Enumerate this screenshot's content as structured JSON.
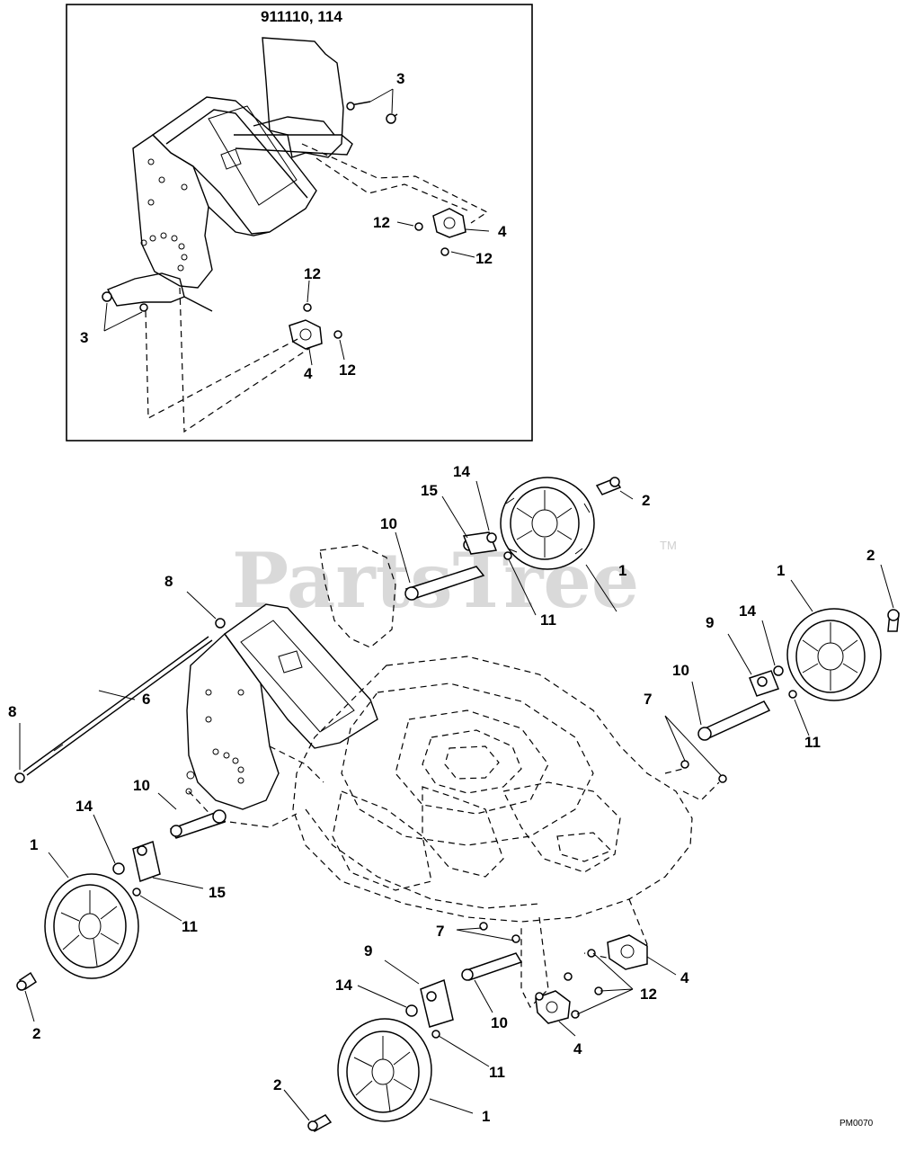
{
  "inset": {
    "title": "911110, 114",
    "labels": {
      "bolts_top": "3",
      "bolts_left": "3",
      "bracket_right": "4",
      "bracket_left": "4",
      "nut_a": "12",
      "nut_b": "12",
      "nut_c": "12",
      "nut_d": "12"
    }
  },
  "main": {
    "labels": {
      "wheel_top": "1",
      "wheel_right": "1",
      "wheel_left": "1",
      "wheel_bottom": "1",
      "screw_top": "2",
      "screw_right": "2",
      "screw_left": "2",
      "screw_bottom": "2",
      "rod": "6",
      "nut_upper": "8",
      "nut_lower": "8",
      "studs_right": "7",
      "studs_lower": "7",
      "plate_right": "9",
      "plate_bottom": "9",
      "arm_top": "10",
      "arm_right": "10",
      "arm_left": "10",
      "arm_bottom": "10",
      "washer_top": "11",
      "washer_right": "11",
      "washer_left": "11",
      "washer_bottom": "11",
      "nuts_bottom": "12",
      "bracket_a": "4",
      "bracket_b": "4",
      "spacer_top": "14",
      "spacer_right": "14",
      "spacer_left": "14",
      "spacer_bottom": "14",
      "bushing_top": "15",
      "bushing_left": "15"
    }
  },
  "watermark": {
    "text": "PartsTree",
    "trademark": "TM"
  },
  "reference_code": "PM0070"
}
